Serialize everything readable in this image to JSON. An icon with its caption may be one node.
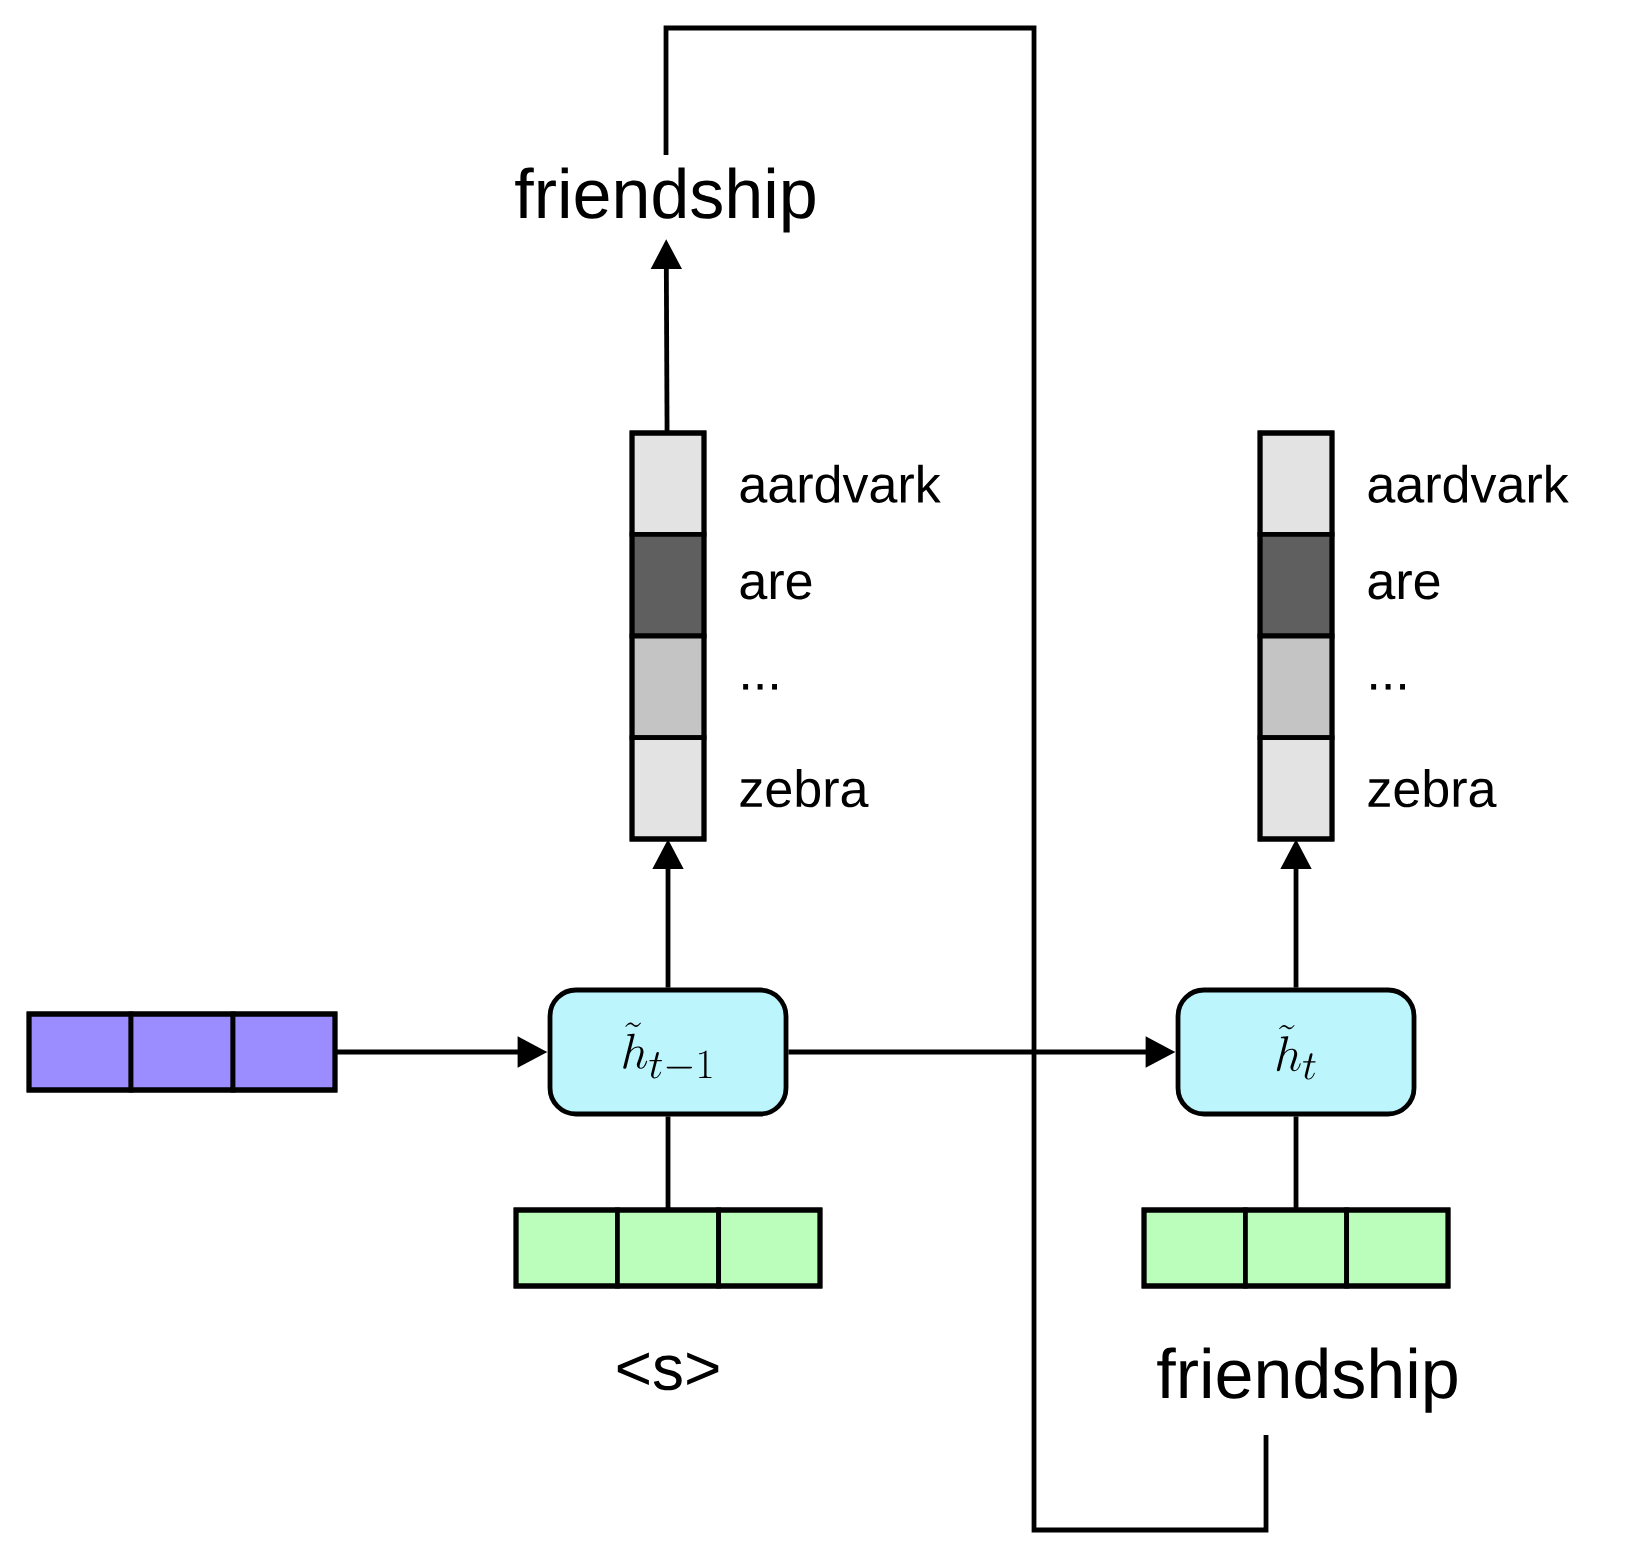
{
  "diagram": {
    "nodes": [
      {
        "text": [
          "friendship"
        ]
      },
      {
        "text": [],
        "shape": "bar",
        "beside": [
          "aardvark",
          "are",
          "...",
          "zebra"
        ]
      },
      {
        "text": [],
        "shape": "bar",
        "beside": [
          "aardvark",
          "are",
          "...",
          "zebra"
        ]
      },
      {
        "text": [],
        "shape": "bar"
      },
      {
        "text": [
          "\\tilde{h}_{t-1}"
        ]
      },
      {
        "text": [
          "\\tilde{h}_{t}"
        ]
      },
      {
        "text": [],
        "shape": "bar",
        "beside": [
          "<s>"
        ]
      },
      {
        "text": [],
        "shape": "bar"
      },
      {
        "text": [
          "friendship"
        ]
      }
    ],
    "edges": [
      {
        "from": 1,
        "to": 0,
        "arrow": "to"
      },
      {
        "from": 4,
        "to": 1,
        "arrow": "to"
      },
      {
        "from": 5,
        "to": 2,
        "arrow": "to"
      },
      {
        "from": 3,
        "to": 4,
        "arrow": "to"
      },
      {
        "from": 4,
        "to": 5,
        "arrow": "to"
      },
      {
        "from": 6,
        "to": 4,
        "arrow": "none"
      },
      {
        "from": 7,
        "to": 5,
        "arrow": "none"
      },
      {
        "from": 0,
        "to": 8,
        "arrow": "none"
      }
    ]
  }
}
